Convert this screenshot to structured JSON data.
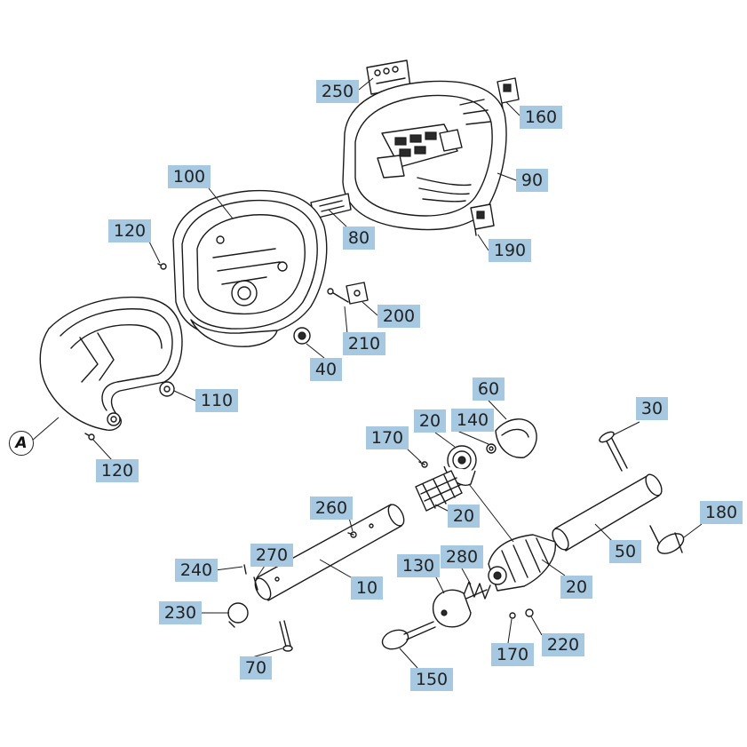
{
  "figure": {
    "view_mark": "A",
    "callouts": [
      {
        "id": "250",
        "label": "250"
      },
      {
        "id": "160",
        "label": "160"
      },
      {
        "id": "100",
        "label": "100"
      },
      {
        "id": "90",
        "label": "90"
      },
      {
        "id": "120a",
        "label": "120"
      },
      {
        "id": "80",
        "label": "80"
      },
      {
        "id": "190",
        "label": "190"
      },
      {
        "id": "200",
        "label": "200"
      },
      {
        "id": "210",
        "label": "210"
      },
      {
        "id": "40",
        "label": "40"
      },
      {
        "id": "110",
        "label": "110"
      },
      {
        "id": "60",
        "label": "60"
      },
      {
        "id": "20a",
        "label": "20"
      },
      {
        "id": "140",
        "label": "140"
      },
      {
        "id": "30",
        "label": "30"
      },
      {
        "id": "170a",
        "label": "170"
      },
      {
        "id": "120b",
        "label": "120"
      },
      {
        "id": "260",
        "label": "260"
      },
      {
        "id": "20b",
        "label": "20"
      },
      {
        "id": "180",
        "label": "180"
      },
      {
        "id": "270",
        "label": "270"
      },
      {
        "id": "240",
        "label": "240"
      },
      {
        "id": "50",
        "label": "50"
      },
      {
        "id": "130",
        "label": "130"
      },
      {
        "id": "280",
        "label": "280"
      },
      {
        "id": "10",
        "label": "10"
      },
      {
        "id": "20c",
        "label": "20"
      },
      {
        "id": "230",
        "label": "230"
      },
      {
        "id": "220",
        "label": "220"
      },
      {
        "id": "70",
        "label": "70"
      },
      {
        "id": "170b",
        "label": "170"
      },
      {
        "id": "150",
        "label": "150"
      }
    ]
  }
}
